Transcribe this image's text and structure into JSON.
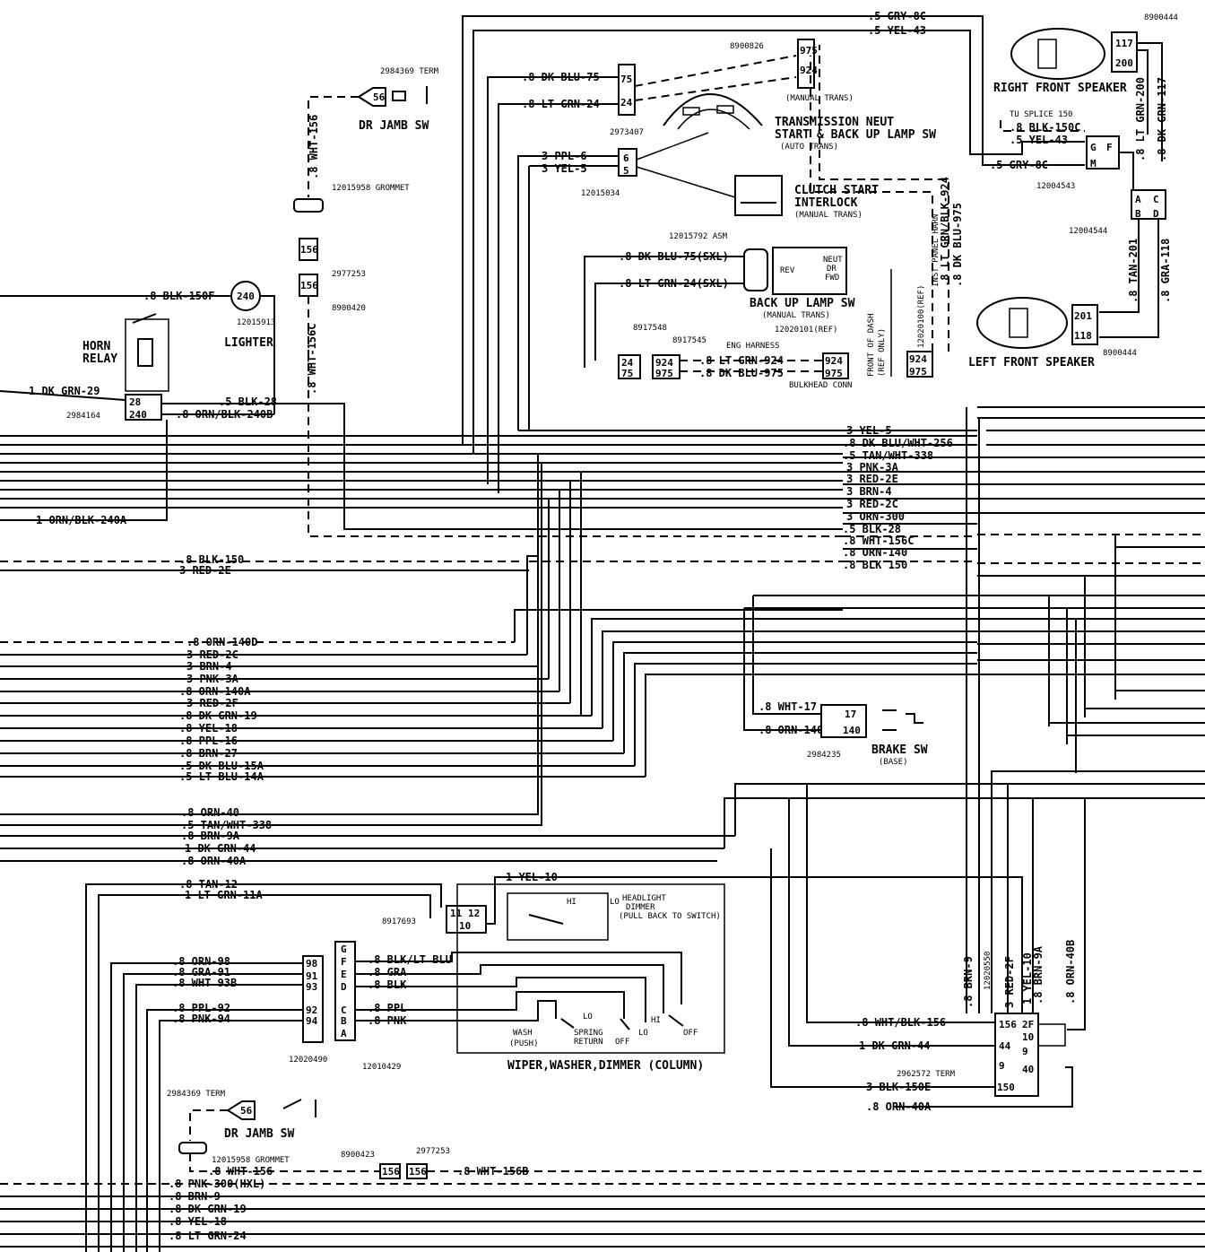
{
  "components": {
    "right_front_speaker": "RIGHT FRONT SPEAKER",
    "left_front_speaker": "LEFT FRONT SPEAKER",
    "dr_jamb_sw_top": "DR JAMB SW",
    "dr_jamb_sw_bottom": "DR JAMB SW",
    "trans_neut_l1": "TRANSMISSION NEUT",
    "trans_neut_l2": "START & BACK UP LAMP SW",
    "trans_neut_l3": "(AUTO TRANS)",
    "manual_trans_top": "(MANUAL TRANS)",
    "clutch_l1": "CLUTCH START",
    "clutch_l2": "INTERLOCK",
    "clutch_l3": "(MANUAL TRANS)",
    "backup_l1": "BACK UP LAMP SW",
    "backup_l2": "(MANUAL TRANS)",
    "horn_l1": "HORN",
    "horn_l2": "RELAY",
    "lighter": "LIGHTER",
    "brake_l1": "BRAKE SW",
    "brake_l2": "(BASE)",
    "wiper": "WIPER,WASHER,DIMMER (COLUMN)",
    "headlight_l1": "HEADLIGHT",
    "headlight_l2": "DIMMER",
    "headlight_l3": "(PULL BACK TO SWITCH)",
    "eng_harness": "ENG HARNESS",
    "bulkhead": "BULKHEAD CONN",
    "inst_panel_harn": "INST PANEL HARN",
    "front_of_dash": "FRONT OF DASH",
    "ref_only": "(REF ONLY)",
    "tu_splice": "TU SPLICE 150",
    "rev": "REV",
    "neut": "NEUT",
    "dr": "DR",
    "fwd": "FWD",
    "wash": "WASH",
    "push": "(PUSH)",
    "spring_l1": "SPRING",
    "spring_l2": "RETURN",
    "lo": "LO",
    "hi": "HI",
    "off": "OFF"
  },
  "part_numbers": {
    "p8900444_top": "8900444",
    "p8900444_bottom": "8900444",
    "p8900826": "8900826",
    "p2984369_top": "2984369 TERM",
    "p2984369_bottom": "2984369 TERM",
    "p2973407": "2973407",
    "p12015034": "12015034",
    "p12015958_top": "12015958 GROMMET",
    "p12015958_bottom": "12015958 GROMMET",
    "p2977253_top": "2977253",
    "p2977253_bottom": "2977253",
    "p8900420": "8900420",
    "p12015913": "12015913",
    "p12004543": "12004543",
    "p12004544": "12004544",
    "p12015792": "12015792 ASM",
    "p12020101": "12020101(REF)",
    "p12020100": "12020100(REF)",
    "p8917548": "8917548",
    "p8917545": "8917545",
    "p2984164": "2984164",
    "p2984235": "2984235",
    "p8917693": "8917693",
    "p12020490": "12020490",
    "p12010429": "12010429",
    "p12020550": "12020550",
    "p2962572": "2962572 TERM",
    "p8900423": "8900423"
  },
  "wire_labels": {
    "gry_8c_top": ".5 GRY-8C",
    "yel_43_top": ".5 YEL-43",
    "dk_blu_75": ".8 DK BLU-75",
    "lt_grn_24": ".8 LT GRN-24",
    "ppl_6": "3 PPL-6",
    "yel_5": "3 YEL-5",
    "blk_150c": ".8 BLK-150C",
    "yel_43_r": ".5 YEL-43",
    "gry_8c_r": ".5 GRY-8C",
    "lt_grn_200": ".8 LT GRN-200",
    "dk_grn_117": ".8 DK GRN-117",
    "tan_201": ".8 TAN-201",
    "gra_118": ".8 GRA-118",
    "wht_156": ".8 WHT-156",
    "wht_156c": ".8 WHT-156C",
    "blk_150f": ".8 BLK-150F",
    "dk_grn_29": "1 DK GRN-29",
    "blk_28": ".5 BLK-28",
    "orn_blk_240b": ".8 ORN/BLK-240B",
    "orn_blk_240a": "1 ORN/BLK-240A",
    "dk_blu_75_sxl": ".8 DK BLU-75(SXL)",
    "lt_grn_24_sxl": ".8 LT GRN-24(SXL)",
    "lt_grn_924": ".8 LT GRN-924",
    "dk_blu_975": ".8 DK BLU-975",
    "v_lt_grn_blk_924": ".8 LT GRN/BLK-924",
    "v_dk_blu_975": ".8 DK BLU-975",
    "r_yel_5": "3 YEL-5",
    "r_dk_blu_wht_256": ".8 DK BLU/WHT-256",
    "r_tan_wht_338": ".5 TAN/WHT-338",
    "r_pnk_3a": "3 PNK-3A",
    "r_red_2e": "3 RED-2E",
    "r_brn_4": "3 BRN-4",
    "r_red_2c": "3 RED-2C",
    "r_orn_300": "3 ORN-300",
    "r_blk_28": ".5 BLK-28",
    "r_wht_156c": ".8 WHT-156C",
    "r_orn_140": ".8 ORN-140",
    "r_blk_150": ".8 BLK 150",
    "l_blk_150": ".8 BLK-150",
    "l_red_2e": "3 RED-2E",
    "l_orn_140d": ".8 ORN-140D",
    "l_red_2c": "3 RED-2C",
    "l_brn_4": "3 BRN-4",
    "l_pnk_3a": "3 PNK-3A",
    "l_orn_140a": ".8 ORN-140A",
    "l_red_2f": "3 RED-2F",
    "l_dk_grn_19": ".8 DK GRN-19",
    "l_yel_18": ".8 YEL-18",
    "l_ppl_16": ".8 PPL-16",
    "l_brn_27": ".8 BRN-27",
    "l_dk_blu_15a": ".5 DK BLU-15A",
    "l_lt_blu_14a": ".5 LT BLU-14A",
    "wht_17": ".8 WHT-17",
    "orn_140a_brake": ".8 ORN-140A",
    "l_orn_40": ".8 ORN-40",
    "l_tan_wht_338": ".5 TAN/WHT-338",
    "l_brn_9a": ".8 BRN-9A",
    "l_dk_grn_44": "1 DK GRN-44",
    "l_orn_40a": ".8 ORN-40A",
    "l_tan_12": ".8 TAN-12",
    "l_lt_grn_11a": "1 LT GRN-11A",
    "yel_10": "1 YEL-10",
    "orn_98": ".8 ORN-98",
    "gra_91": ".8 GRA-91",
    "wht_93b": ".8 WHT 93B",
    "ppl_92": ".8 PPL-92",
    "pnk_94": ".8 PNK-94",
    "blk_lt_blu": ".8 BLK/LT BLU",
    "gra": ".8 GRA",
    "blk": ".8 BLK",
    "ppl": ".8 PPL",
    "pnk": ".8 PNK",
    "wht_blk_156": ".8 WHT/BLK-156",
    "dk_grn_44_b": "1 DK GRN-44",
    "blk_150e": "3 BLK-150E",
    "orn_40a_b": ".8 ORN-40A",
    "v_brn_9": ".8 BRN-9",
    "v_red_2f": "3 RED-2F",
    "v_yel_10": "1 YEL-10",
    "v_brn_9a": ".8 BRN-9A",
    "v_orn_40b": ".8 ORN-40B",
    "b_wht_156": ".8 WHT-156",
    "b_wht_156b": ".8 WHT-156B",
    "b_pnk_300": ".8 PNK-300(HXL)",
    "b_brn_9": ".8 BRN-9",
    "b_dk_grn_19": ".8 DK GRN-19",
    "b_yel_18": ".8 YEL-18",
    "b_lt_grn_24": ".8 LT GRN-24"
  },
  "pins": {
    "p117": "117",
    "p200": "200",
    "p201": "201",
    "p118": "118",
    "p975": "975",
    "p924": "924",
    "p75": "75",
    "p24": "24",
    "p6": "6",
    "p5": "5",
    "p56": "56",
    "p156": "156",
    "p240": "240",
    "p28": "28",
    "p17": "17",
    "p140": "140",
    "pG": "G",
    "pF": "F",
    "pM": "M",
    "pA": "A",
    "pC": "C",
    "pB": "B",
    "pD": "D",
    "pE": "E",
    "p11": "11",
    "p12": "12",
    "p10": "10",
    "p98": "98",
    "p91": "91",
    "p93": "93",
    "p92": "92",
    "p94": "94",
    "p2F": "2F",
    "p44": "44",
    "p9": "9",
    "p40": "40",
    "p150": "150"
  }
}
